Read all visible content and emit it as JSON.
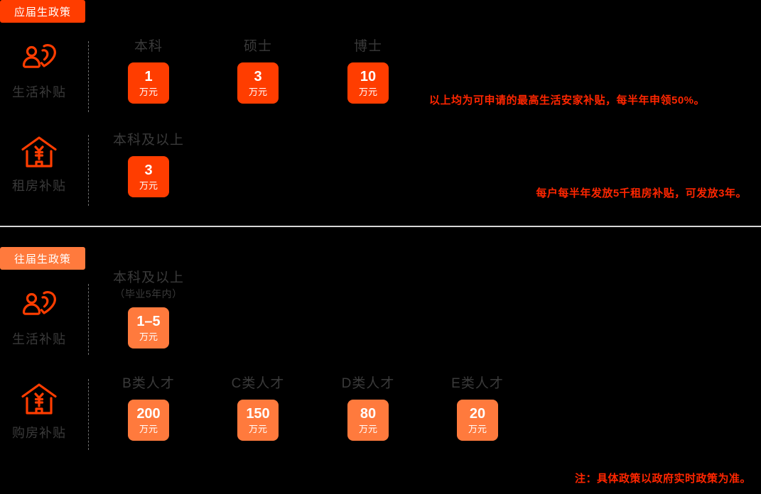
{
  "sections": [
    {
      "badge": "应届生政策",
      "accent": "#ff3d00",
      "rows": [
        {
          "icon": "person-heart-icon",
          "caption": "生活补贴",
          "cells": [
            {
              "tier": "本科",
              "sub": "",
              "amount": "1",
              "unit": "万元"
            },
            {
              "tier": "硕士",
              "sub": "",
              "amount": "3",
              "unit": "万元"
            },
            {
              "tier": "博士",
              "sub": "",
              "amount": "10",
              "unit": "万元"
            }
          ],
          "note": "以上均为可申请的最高生活安家补贴，每半年申领50%。"
        },
        {
          "icon": "house-yuan-icon",
          "caption": "租房补贴",
          "cells": [
            {
              "tier": "本科及以上",
              "sub": "",
              "amount": "3",
              "unit": "万元"
            }
          ],
          "note": "每户每半年发放5千租房补贴，可发放3年。"
        }
      ]
    },
    {
      "badge": "往届生政策",
      "accent": "#ff7a3d",
      "rows": [
        {
          "icon": "person-heart-icon",
          "caption": "生活补贴",
          "cells": [
            {
              "tier": "本科及以上",
              "sub": "（毕业5年内）",
              "amount": "1–5",
              "unit": "万元"
            }
          ],
          "note": ""
        },
        {
          "icon": "house-yuan-icon",
          "caption": "购房补贴",
          "cells": [
            {
              "tier": "B类人才",
              "sub": "",
              "amount": "200",
              "unit": "万元"
            },
            {
              "tier": "C类人才",
              "sub": "",
              "amount": "150",
              "unit": "万元"
            },
            {
              "tier": "D类人才",
              "sub": "",
              "amount": "80",
              "unit": "万元"
            },
            {
              "tier": "E类人才",
              "sub": "",
              "amount": "20",
              "unit": "万元"
            }
          ],
          "note": ""
        }
      ]
    }
  ],
  "footer_note": "注：具体政策以政府实时政策为准。",
  "colors": {
    "background": "#000000",
    "accent_primary": "#ff3d00",
    "accent_secondary": "#ff7a3d",
    "note_red": "#ff2600",
    "label_gray": "#3a3a3a",
    "divider": "#d7d7d7"
  }
}
